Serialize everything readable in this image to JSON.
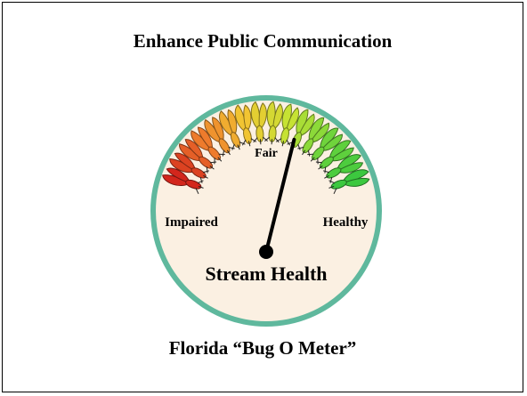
{
  "slide": {
    "title": "Enhance Public Communication",
    "caption": "Florida “Bug O Meter”"
  },
  "gauge": {
    "labels": {
      "impaired": "Impaired",
      "fair": "Fair",
      "healthy": "Healthy",
      "meter_name": "Stream Health"
    },
    "needle_position": 0.6,
    "colors": {
      "bezel": "#5fb89d",
      "dial_face": "#fbf0e2",
      "needle": "#000000",
      "scale_gradient": [
        "#d3261c",
        "#ee7b2c",
        "#f1c432",
        "#c6e233",
        "#6fd43c",
        "#3cc83f"
      ]
    },
    "icons": "dragonfly-icon"
  }
}
